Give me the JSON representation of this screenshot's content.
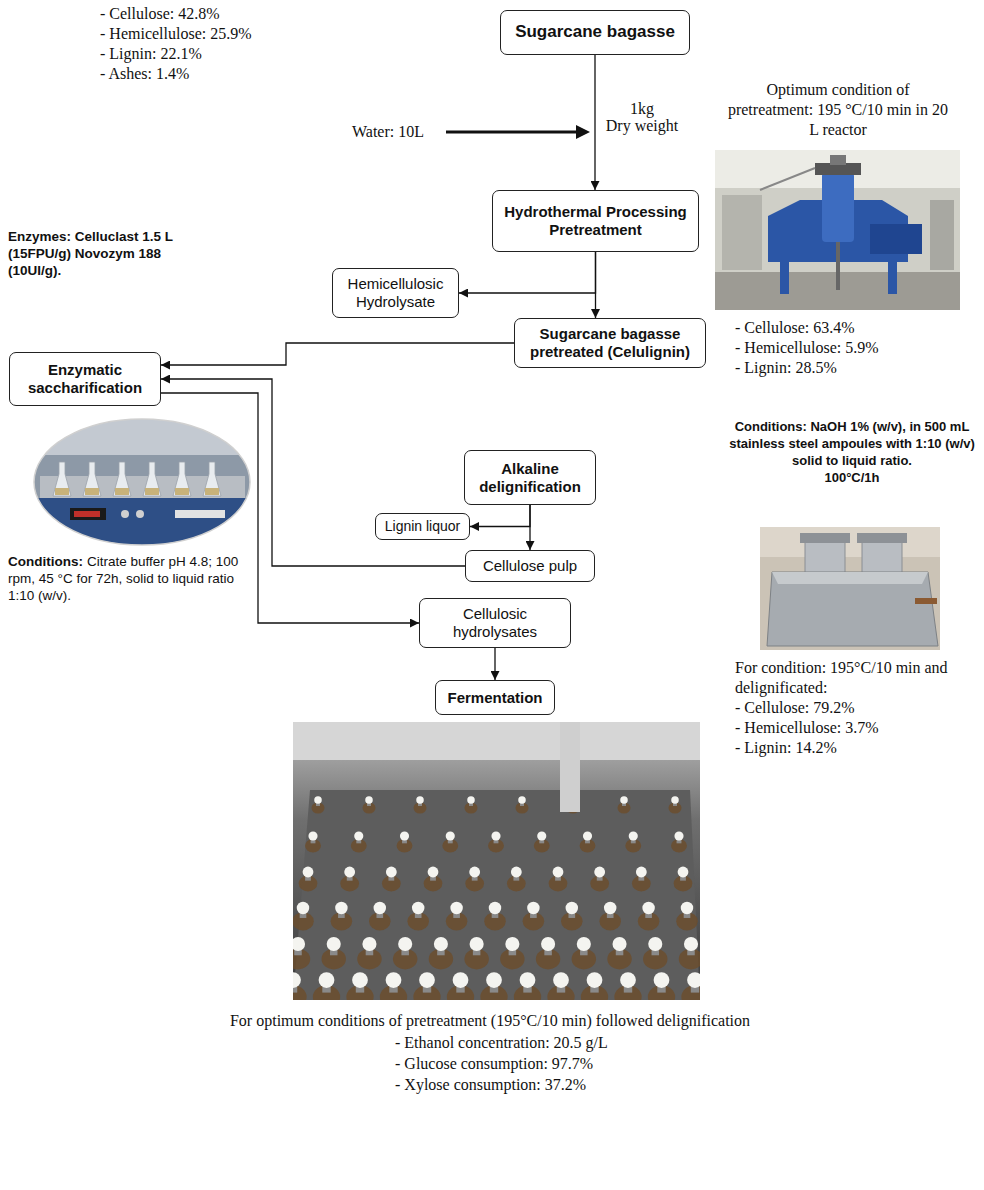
{
  "diagram": {
    "nodes": [
      {
        "text": [
          "Sugarcane bagasse"
        ]
      },
      {
        "text": [
          "Hydrothermal Processing Pretreatment"
        ]
      },
      {
        "text": [
          "Hemicellulosic Hydrolysate"
        ]
      },
      {
        "text": [
          "Sugarcane bagasse pretreated (Celulignin)"
        ]
      },
      {
        "text": [
          "Enzymatic saccharification"
        ]
      },
      {
        "text": [
          "Alkaline delignification"
        ]
      },
      {
        "text": [
          "Lignin liquor"
        ]
      },
      {
        "text": [
          "Cellulose pulp"
        ]
      },
      {
        "text": [
          "Cellulosic hydrolysates"
        ]
      },
      {
        "text": [
          "Fermentation"
        ]
      }
    ],
    "edges": [
      {
        "from": 0,
        "to": 1,
        "arrow": "to"
      },
      {
        "from": 1,
        "to": 2,
        "arrow": "to"
      },
      {
        "from": 1,
        "to": 3,
        "arrow": "to"
      },
      {
        "from": 3,
        "to": 4,
        "arrow": "to"
      },
      {
        "from": 5,
        "to": 6,
        "arrow": "to"
      },
      {
        "from": 5,
        "to": 7,
        "arrow": "to"
      },
      {
        "from": 7,
        "to": 4,
        "arrow": "to"
      },
      {
        "from": 4,
        "to": 8,
        "arrow": "to"
      },
      {
        "from": 8,
        "to": 9,
        "arrow": "to"
      }
    ],
    "labels": [
      "- Cellulose: 42.8%",
      "- Hemicellulose: 25.9%",
      "- Lignin: 22.1%",
      "- Ashes: 1.4%",
      "1kg",
      "Dry weight",
      "Water: 10L",
      "Optimum condition of pretreatment: 195 °C/10 min in 20 L reactor",
      "- Cellulose: 63.4%",
      "- Hemicellulose: 5.9%",
      "- Lignin: 28.5%",
      "Enzymes: Celluclast 1.5 L (15FPU/g) Novozym 188 (10UI/g).",
      "Conditions:",
      "Citrate buffer pH 4.8; 100 rpm, 45 °C for 72h, solid to liquid ratio 1:10 (w/v).",
      "Conditions: NaOH 1% (w/v), in 500 mL stainless steel ampoules with 1:10 (w/v) solid to liquid ratio.",
      "100°C/1h",
      "For condition: 195°C/10 min and delignificated:",
      "- Cellulose: 79.2%",
      "- Hemicellulose: 3.7%",
      "- Lignin: 14.2%",
      "For optimum conditions of pretreatment (195°C/10 min) followed delignification",
      "- Ethanol concentration: 20.5 g/L",
      "- Glucose consumption: 97.7%",
      "- Xylose consumption: 37.2%"
    ]
  }
}
